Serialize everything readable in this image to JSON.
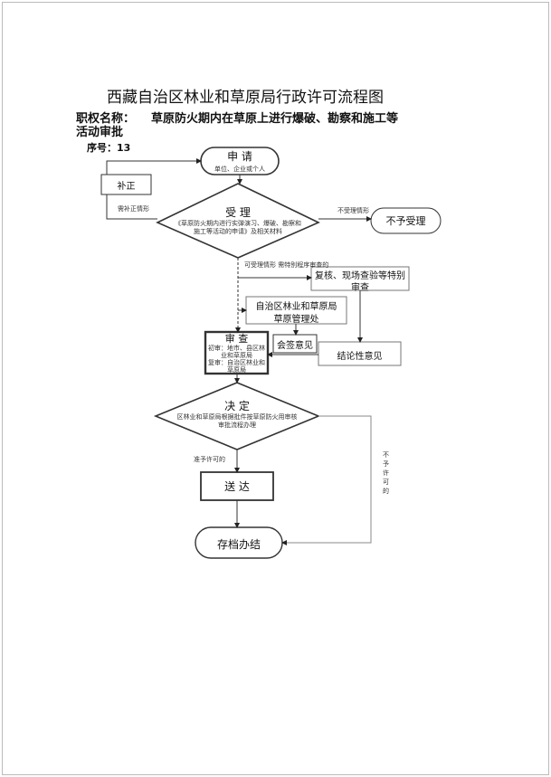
{
  "title": "西藏自治区林业和草原局行政许可流程图",
  "power_name_label": "职权名称：",
  "power_name_line1": "草原防火期内在草原上进行爆破、勘察和施工等",
  "power_name_line2": "活动审批",
  "serial": "序号：13",
  "flow": {
    "apply": {
      "title": "申  请",
      "sub": "单位、企业或个人"
    },
    "correct": "补正",
    "need_correct": "需补正情形",
    "accept": {
      "title": "受  理",
      "sub1": "《草原防火期内进行实弹演习、爆破、勘察和",
      "sub2": "施工等活动的申请》及相关材料"
    },
    "not_accept_case": "不受理情形",
    "not_accept": "不予受理",
    "accept_case": "可受理情形  需特别程序审查的",
    "special_review_1": "复核、现场查验等特别",
    "special_review_2": "审查",
    "dept_1": "自治区林业和草原局",
    "dept_2": "草原管理处",
    "countersign": "会签意见",
    "conclusion": "结论性意见",
    "review": {
      "title": "审  查",
      "l1": "初审：地市、县区林",
      "l2": "业和草原局",
      "l3": "复审：自治区林业和",
      "l4": "草原局"
    },
    "decide": {
      "title": "决  定",
      "sub1": "区林业和草原局根据批件按草原防火用审核",
      "sub2": "审批流程办理"
    },
    "approve_case": "准予许可的",
    "reject_case": "不予许可的",
    "deliver": "送  达",
    "archive": "存档办结"
  }
}
